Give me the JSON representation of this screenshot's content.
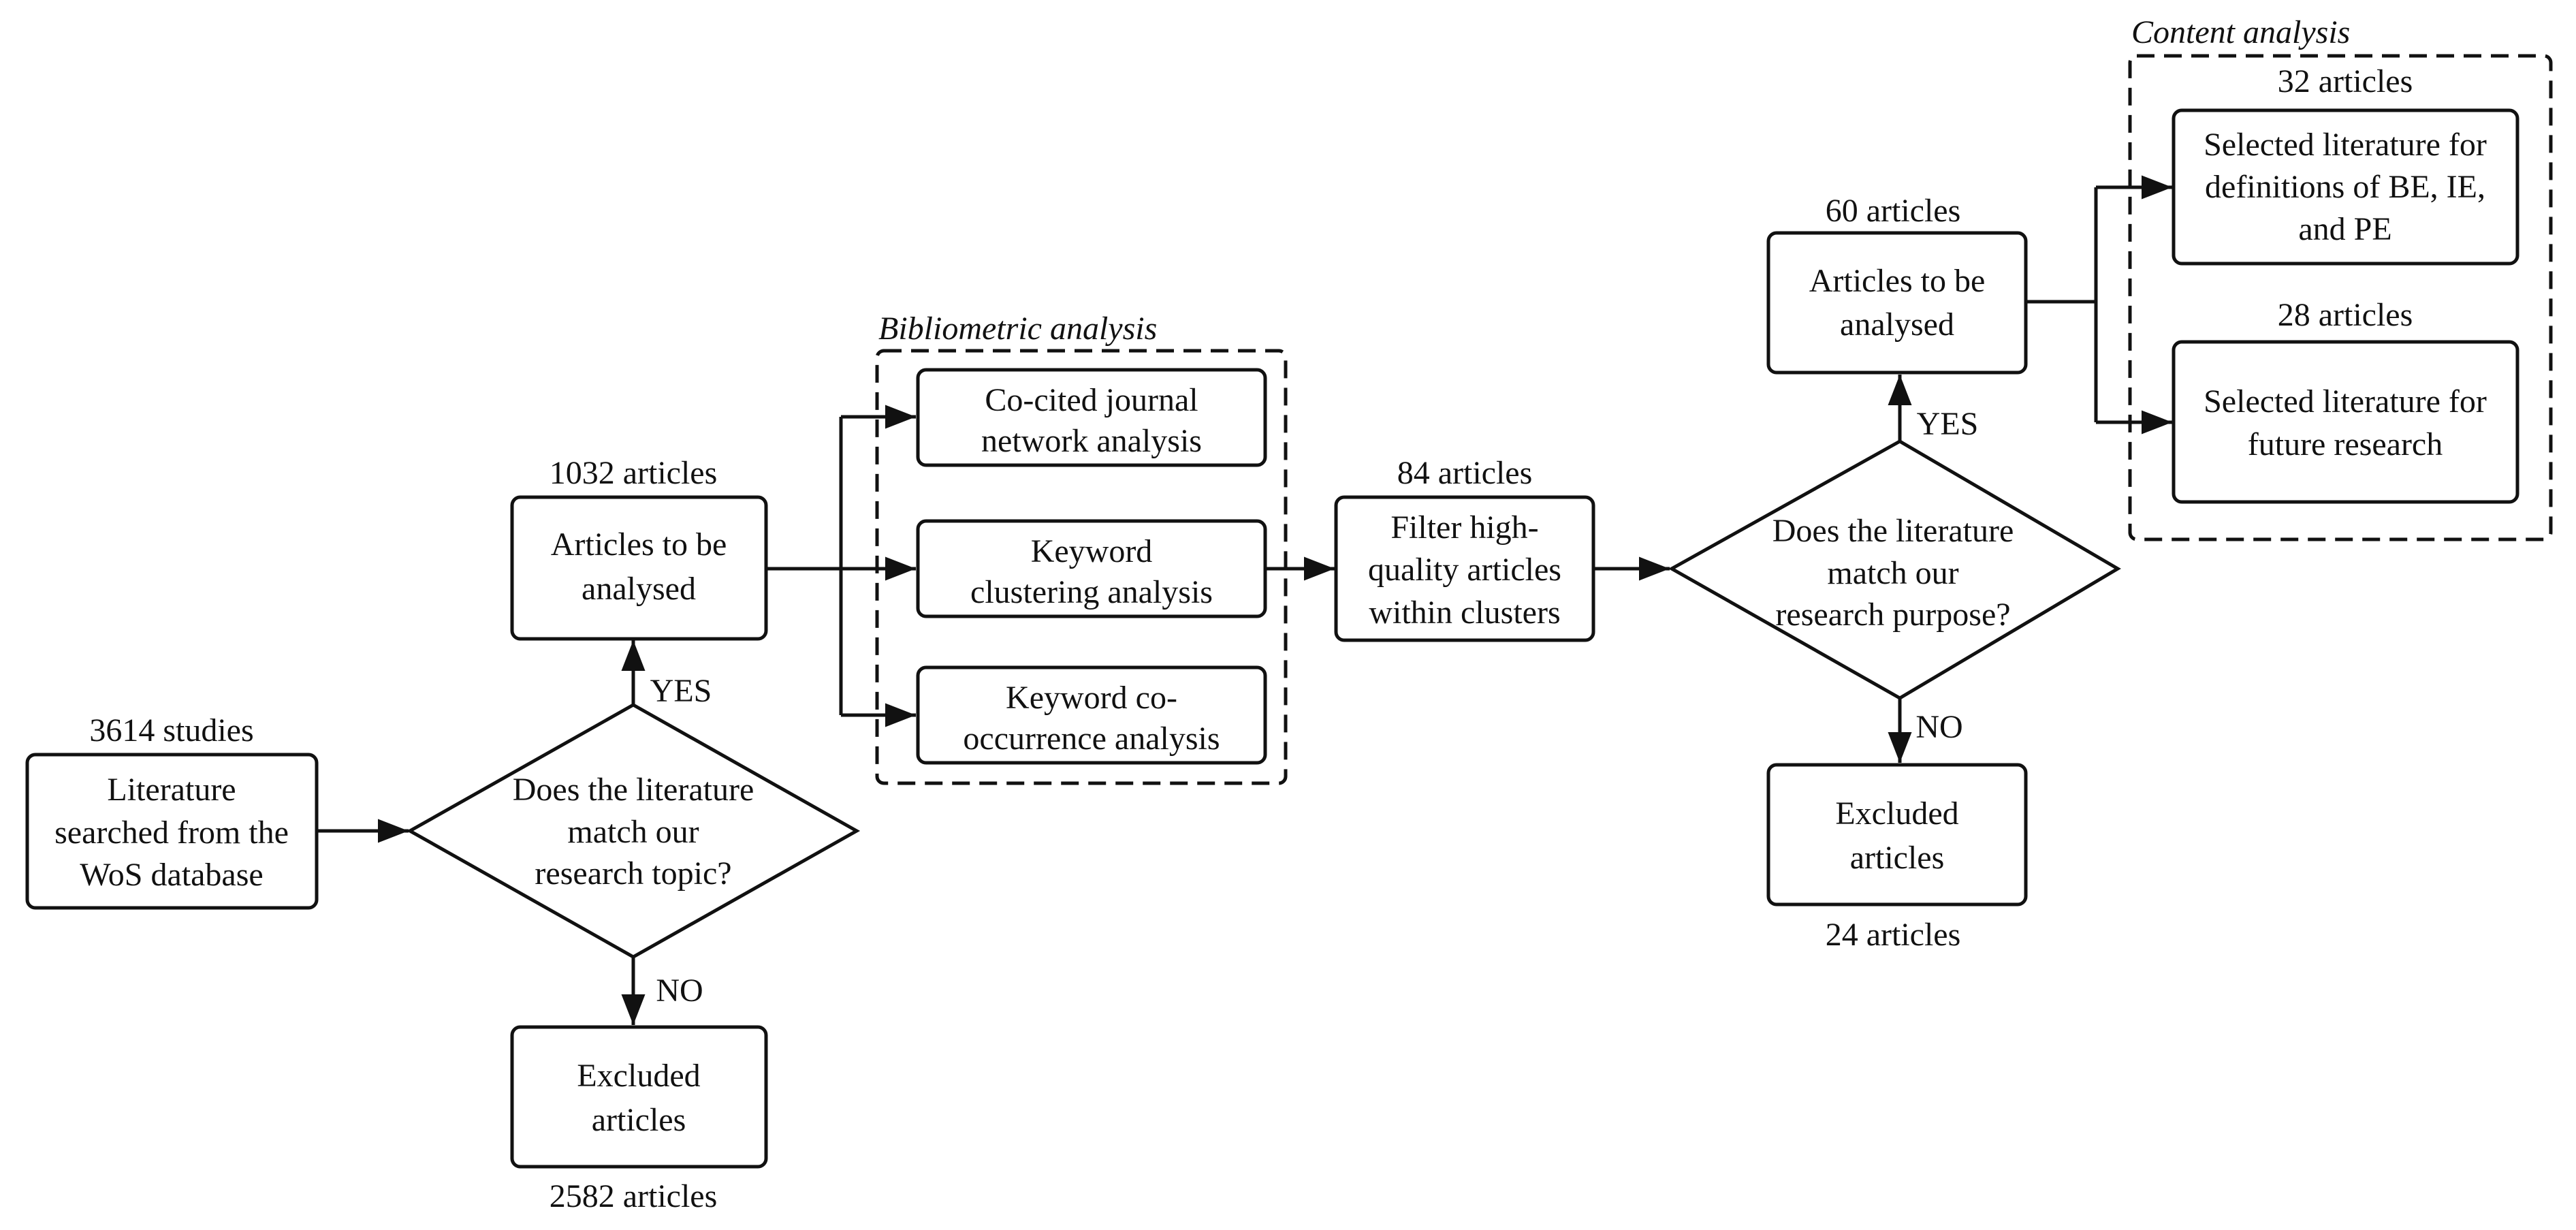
{
  "nodes": {
    "literature": {
      "lines": [
        "Literature",
        "searched from the",
        "WoS database"
      ],
      "count": "3614 studies"
    },
    "decision1": {
      "lines": [
        "Does the literature",
        "match our",
        "research topic?"
      ]
    },
    "articles1": {
      "lines": [
        "Articles to be",
        "analysed"
      ],
      "count": "1032 articles"
    },
    "excluded1": {
      "lines": [
        "Excluded",
        "articles"
      ],
      "count": "2582 articles"
    },
    "cocited": {
      "lines": [
        "Co-cited journal",
        "network analysis"
      ]
    },
    "clustering": {
      "lines": [
        "Keyword",
        "clustering analysis"
      ]
    },
    "cooccurrence": {
      "lines": [
        "Keyword co-",
        "occurrence analysis"
      ]
    },
    "filter": {
      "lines": [
        "Filter high-",
        "quality articles",
        "within clusters"
      ],
      "count": "84 articles"
    },
    "decision2": {
      "lines": [
        "Does the literature",
        "match our",
        "research purpose?"
      ]
    },
    "articles2": {
      "lines": [
        "Articles to be",
        "analysed"
      ],
      "count": "60 articles"
    },
    "excluded2": {
      "lines": [
        "Excluded",
        "articles"
      ],
      "count": "24 articles"
    },
    "definitions": {
      "lines": [
        "Selected literature for",
        "definitions of BE, IE,",
        "and PE"
      ],
      "count": "32 articles"
    },
    "future": {
      "lines": [
        "Selected literature for",
        "future research"
      ],
      "count": "28 articles"
    }
  },
  "groups": {
    "bibliometric": "Bibliometric analysis",
    "content": "Content analysis"
  },
  "edge_labels": {
    "yes1": "YES",
    "no1": "NO",
    "yes2": "YES",
    "no2": "NO"
  }
}
